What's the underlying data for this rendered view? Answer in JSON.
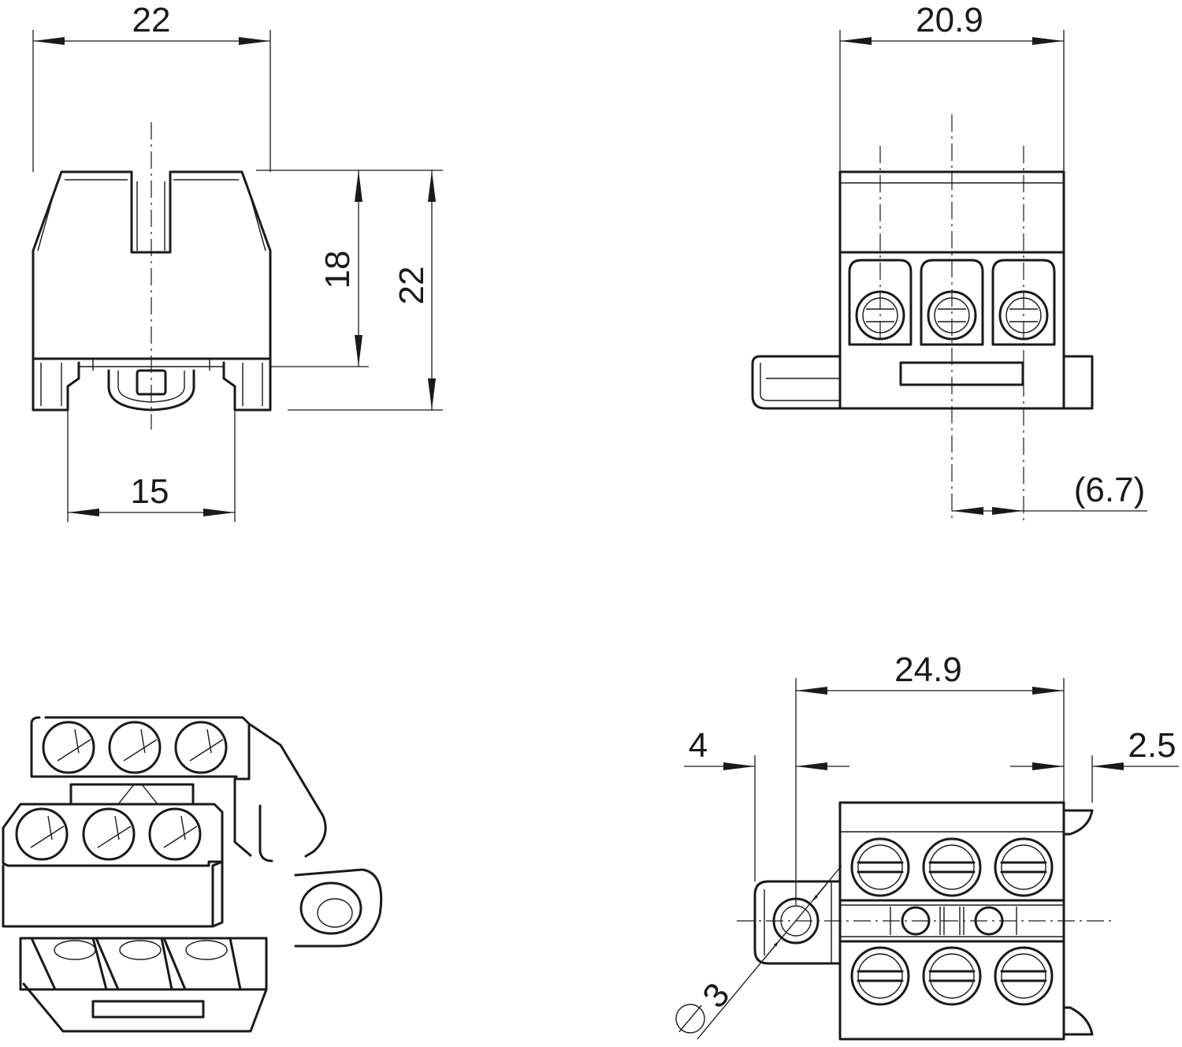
{
  "colors": {
    "ink": "#1a1a1a",
    "paper": "#ffffff"
  },
  "views": {
    "front": {
      "width": "22",
      "height_to_ledge": "18",
      "height_total": "22",
      "foot_spacing": "15"
    },
    "side": {
      "width": "20.9",
      "pitch": "(6.7)"
    },
    "top": {
      "length": "24.9",
      "lug_offset": "4",
      "overhang": "2.5",
      "hole_diameter": "3"
    }
  },
  "icons": {
    "diameter_symbol": "diameter-icon"
  }
}
